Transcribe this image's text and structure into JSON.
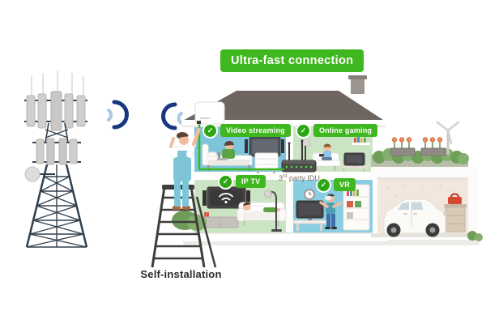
{
  "banner": {
    "label": "Ultra-fast connection"
  },
  "rooms": {
    "video": {
      "label": "Video streaming"
    },
    "gaming": {
      "label": "Online gaming"
    },
    "iptv": {
      "label": "IP TV"
    },
    "vr": {
      "label": "VR"
    }
  },
  "idu_label": {
    "number": "3",
    "ordinal": "rd",
    "rest": " party IDU"
  },
  "caption": {
    "label": "Self-installation"
  },
  "icons": {
    "check_glyph": "✓",
    "names": [
      "cell-tower-icon",
      "signal-waves-icon",
      "odu-unit-icon",
      "router-icon",
      "wifi-icon",
      "tv-icon",
      "monitor-icon",
      "clock-icon",
      "wind-turbine-icon",
      "car-icon",
      "ladder-icon",
      "installer-icon",
      "check-icon"
    ]
  },
  "colors": {
    "accent_green": "#3FB71E",
    "check_green": "#2CA714",
    "signal_dark_blue": "#17377E",
    "signal_light_blue": "#A9C7E4",
    "room_blue": "#7EC5DC",
    "room_green": "#CBE5C4",
    "roof_gray": "#6E6561"
  }
}
